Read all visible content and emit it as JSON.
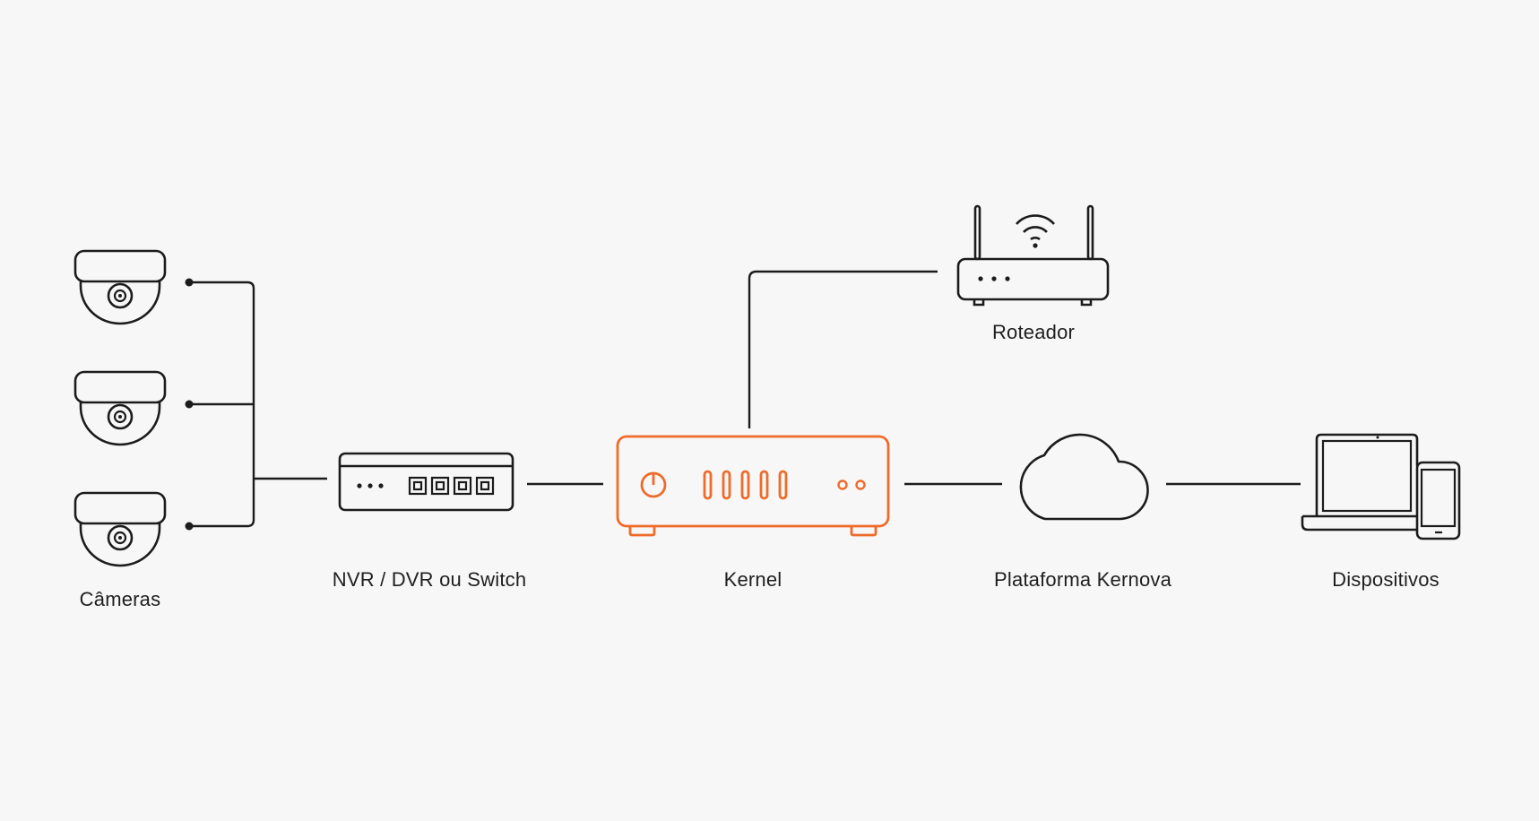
{
  "labels": {
    "cameras": "Câmeras",
    "nvr": "NVR / DVR ou Switch",
    "kernel": "Kernel",
    "router": "Roteador",
    "platform": "Plataforma Kernova",
    "devices": "Dispositivos"
  },
  "colors": {
    "line": "#1c1c1c",
    "accent": "#ee6b2a",
    "background": "#f7f7f7"
  },
  "icons": {
    "camera": "dome-camera-icon",
    "nvr": "network-switch-icon",
    "kernel": "kernel-device-icon",
    "router": "wifi-router-icon",
    "cloud": "cloud-icon",
    "devices": "laptop-phone-icon"
  }
}
